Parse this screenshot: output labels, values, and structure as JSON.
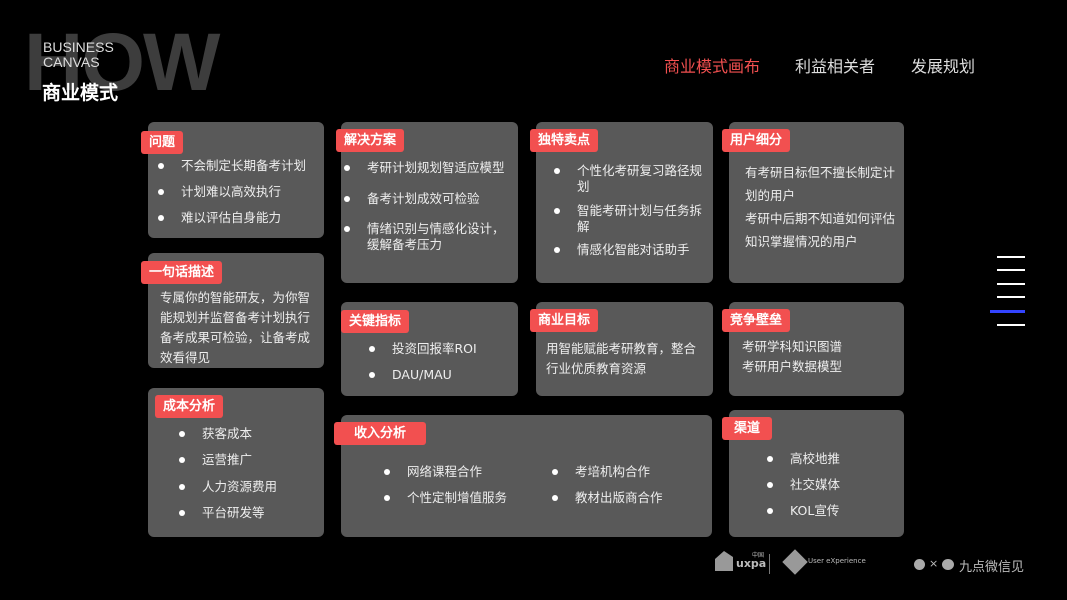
{
  "header": {
    "watermark": "HOW",
    "subtitle_en_1": "BUSINESS",
    "subtitle_en_2": "CANVAS",
    "title": "商业模式"
  },
  "nav": [
    {
      "label": "商业模式画布",
      "active": true
    },
    {
      "label": "利益相关者"
    },
    {
      "label": "发展规划"
    }
  ],
  "cards": {
    "problem": {
      "label": "问题",
      "items": [
        "不会制定长期备考计划",
        "计划难以高效执行",
        "难以评估自身能力"
      ]
    },
    "pitch": {
      "label": "一句话描述",
      "text": "专属你的智能研友，为你智能规划并监督备考计划执行备考成果可检验，让备考成效看得见"
    },
    "cost": {
      "label": "成本分析",
      "items": [
        "获客成本",
        "运营推广",
        "人力资源费用",
        "平台研发等"
      ]
    },
    "solution": {
      "label": "解决方案",
      "items": [
        "考研计划规划智适应模型",
        "备考计划成效可检验",
        "情绪识别与情感化设计，缓解备考压力"
      ]
    },
    "usp": {
      "label": "独特卖点",
      "items": [
        "个性化考研复习路径规划",
        "智能考研计划与任务拆解",
        "情感化智能对话助手"
      ]
    },
    "segments": {
      "label": "用户细分",
      "text": [
        "有考研目标但不擅长制定计划的用户",
        "考研中后期不知道如何评估知识掌握情况的用户"
      ]
    },
    "metrics": {
      "label": "关键指标",
      "items": [
        "投资回报率ROI",
        "DAU/MAU"
      ]
    },
    "goal": {
      "label": "商业目标",
      "text": "用智能赋能考研教育，整合行业优质教育资源"
    },
    "moat": {
      "label": "竞争壁垒",
      "text": [
        "考研学科知识图谱",
        "考研用户数据模型"
      ]
    },
    "revenue": {
      "label": "收入分析",
      "items": [
        "网络课程合作",
        "个性定制增值服务",
        "考培机构合作",
        "教材出版商合作"
      ]
    },
    "channels": {
      "label": "渠道",
      "items": [
        "高校地推",
        "社交媒体",
        "KOL宣传"
      ]
    }
  },
  "footer": {
    "logo1": "uxpa",
    "logo1_sup": "中国",
    "logo2": "User eXperience",
    "partner": "九点微信见"
  },
  "page_indicator": {
    "total": 6,
    "active": 5
  },
  "colors": {
    "accent": "#f25050",
    "card": "#595959",
    "indicator": "#3344ff"
  }
}
